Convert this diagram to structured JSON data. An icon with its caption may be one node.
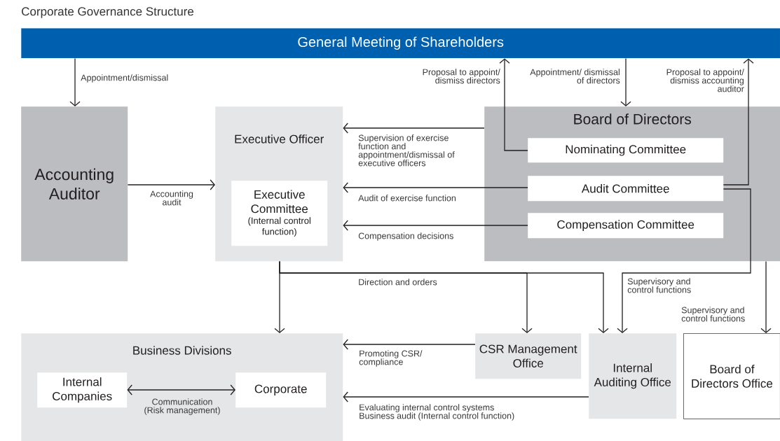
{
  "diagram": {
    "title": "Corporate Governance Structure",
    "nodes": [
      {
        "text": [
          "General Meeting of Shareholders"
        ]
      },
      {
        "text": [
          "Accounting Auditor"
        ]
      },
      {
        "text": [
          "Executive Officer"
        ]
      },
      {
        "text": [
          "Executive Committee",
          "(Internal control function)"
        ],
        "in": 2
      },
      {
        "text": [
          "Board of Directors"
        ]
      },
      {
        "text": [
          "Nominating Committee"
        ],
        "in": 4
      },
      {
        "text": [
          "Audit Committee"
        ],
        "in": 4
      },
      {
        "text": [
          "Compensation Committee"
        ],
        "in": 4
      },
      {
        "text": [
          "Business Divisions"
        ]
      },
      {
        "text": [
          "Internal Companies"
        ],
        "in": 8
      },
      {
        "text": [
          "Corporate"
        ],
        "in": 8
      },
      {
        "text": [
          "CSR Management Office"
        ]
      },
      {
        "text": [
          "Internal Auditing Office"
        ]
      },
      {
        "text": [
          "Board of Directors Office"
        ]
      }
    ],
    "edges": [
      {
        "from": 0,
        "to": 1,
        "arrow": "to",
        "label": "Appointment/dismissal"
      },
      {
        "from": 1,
        "to": 2,
        "arrow": "to",
        "label": "Accounting audit"
      },
      {
        "from": 4,
        "to": 2,
        "arrow": "to",
        "label": "Supervision of exercise function and appointment/dismissal of executive officers"
      },
      {
        "from": 6,
        "to": 2,
        "arrow": "to",
        "label": "Audit of exercise function"
      },
      {
        "from": 7,
        "to": 2,
        "arrow": "to",
        "label": "Compensation decisions"
      },
      {
        "from": 5,
        "to": 0,
        "arrow": "to",
        "label": "Proposal to appoint/ dismiss directors"
      },
      {
        "from": 0,
        "to": 4,
        "arrow": "to",
        "label": "Appointment/ dismissal of directors"
      },
      {
        "from": 6,
        "to": 0,
        "arrow": "to",
        "label": "Proposal to appoint/ dismiss accounting auditor"
      },
      {
        "from": 6,
        "to": 12,
        "arrow": "to",
        "label": "Supervisory and control functions"
      },
      {
        "from": 4,
        "to": 13,
        "arrow": "to",
        "label": "Supervisory and control functions"
      },
      {
        "from": 2,
        "to": 8,
        "arrow": "to"
      },
      {
        "from": 2,
        "to": 11,
        "arrow": "to",
        "label": "Direction and orders"
      },
      {
        "from": 2,
        "to": 12,
        "arrow": "to"
      },
      {
        "from": 11,
        "to": 8,
        "arrow": "to",
        "label": "Promoting CSR/ compliance"
      },
      {
        "from": 12,
        "to": 8,
        "arrow": "to",
        "label": "Evaluating internal control systems Business audit (Internal control function)"
      },
      {
        "from": 9,
        "to": 10,
        "arrow": "both",
        "label": "Communication (Risk management)"
      }
    ]
  }
}
